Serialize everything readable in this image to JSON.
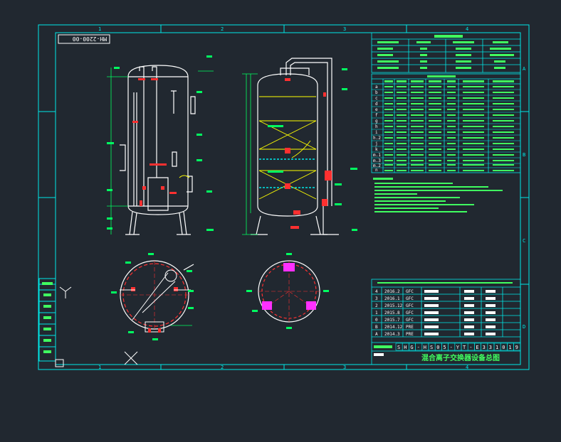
{
  "drawing": {
    "number_stamp": "MH-2200-00",
    "title_text": "混合离子交换器设备总图",
    "drawing_code_cells": [
      "S",
      "H",
      "G",
      "-",
      "H",
      "S",
      "0",
      "5",
      "-",
      "Y",
      "T",
      "-",
      "E",
      "3",
      "3",
      "1",
      "0",
      "1",
      "9"
    ]
  },
  "border": {
    "col_labels": [
      "1",
      "2",
      "3",
      "4"
    ],
    "row_labels": [
      "A",
      "B",
      "C",
      "D"
    ]
  },
  "left_panel": {
    "cells": [
      "",
      "",
      "",
      "",
      "",
      "",
      ""
    ]
  },
  "colors": {
    "background": "#212830",
    "border": "#00e8e8",
    "vessel": "#ffffff",
    "nozzle": "#ff3030",
    "dimension": "#00ff60",
    "bed": "#ffff00",
    "table": "#00e8e8",
    "table_text": "#40ff60",
    "accent_magenta": "#ff30ff",
    "hatch_blue": "#3070ff"
  },
  "design_data_table": {
    "header_rows": 1,
    "rows": 5,
    "cols": 4
  },
  "nozzle_table": {
    "rows": [
      {
        "mark": "a"
      },
      {
        "mark": "b"
      },
      {
        "mark": "c"
      },
      {
        "mark": "d"
      },
      {
        "mark": "e"
      },
      {
        "mark": "f"
      },
      {
        "mark": "g"
      },
      {
        "mark": "h"
      },
      {
        "mark": "i"
      },
      {
        "mark": "h.2"
      },
      {
        "mark": "j"
      },
      {
        "mark": "k"
      },
      {
        "mark": "m.1"
      },
      {
        "mark": "m.3"
      },
      {
        "mark": "m.2"
      },
      {
        "mark": "n"
      }
    ]
  },
  "revision_table": {
    "rows": [
      {
        "rev": "4",
        "date": "2016.2",
        "by": "GFC"
      },
      {
        "rev": "3",
        "date": "2016.1",
        "by": "GFC"
      },
      {
        "rev": "2",
        "date": "2015.12",
        "by": "GFC"
      },
      {
        "rev": "1",
        "date": "2015.8",
        "by": "GFC"
      },
      {
        "rev": "0",
        "date": "2015.7",
        "by": "GFC"
      },
      {
        "rev": "B",
        "date": "2014.12",
        "by": "PRE"
      },
      {
        "rev": "A",
        "date": "2014.3",
        "by": "PRE"
      }
    ]
  }
}
